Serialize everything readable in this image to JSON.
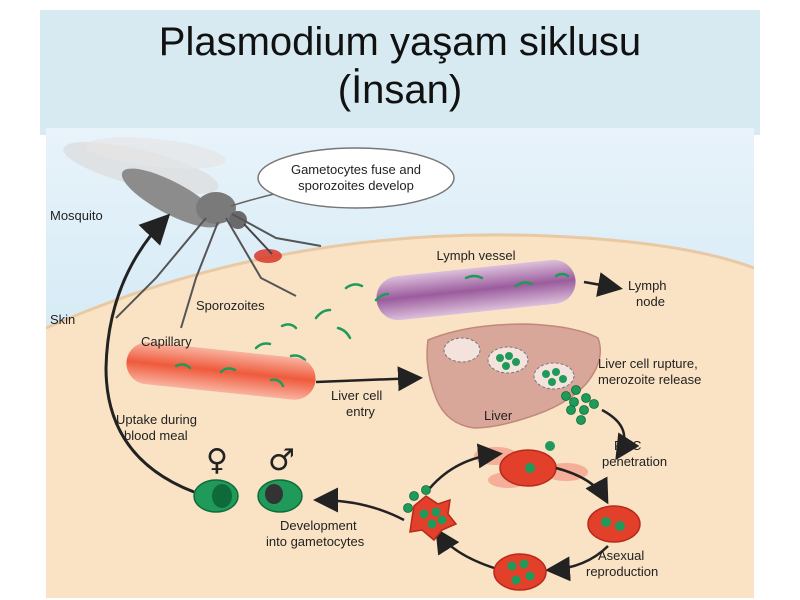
{
  "slide": {
    "title_line1": "Plasmodium yaşam siklusu",
    "title_line2": "(İnsan)"
  },
  "labels": {
    "mosquito": "Mosquito",
    "skin": "Skin",
    "gametocytes_fuse_1": "Gametocytes fuse and",
    "gametocytes_fuse_2": "sporozoites develop",
    "lymph_vessel": "Lymph vessel",
    "lymph_node_1": "Lymph",
    "lymph_node_2": "node",
    "sporozoites": "Sporozoites",
    "capillary": "Capillary",
    "liver_cell_entry_1": "Liver cell",
    "liver_cell_entry_2": "entry",
    "liver": "Liver",
    "liver_rupture_1": "Liver cell rupture,",
    "liver_rupture_2": "merozoite release",
    "uptake_1": "Uptake during",
    "uptake_2": "blood meal",
    "rbc_1": "RBC",
    "rbc_2": "penetration",
    "female_symbol": "♀",
    "male_symbol": "♂",
    "development_1": "Development",
    "development_2": "into gametocytes",
    "asexual_1": "Asexual",
    "asexual_2": "reproduction"
  },
  "colors": {
    "title_band": "#d7eaf1",
    "sky": "#cfe6f4",
    "skin_tissue": "#f9e3c4",
    "capillary": "#f06a4a",
    "lymph_vessel": "#b07bb0",
    "liver": "#d9a79a",
    "parasite": "#1f9a5a",
    "rbc": "#e3402c",
    "arrow": "#222222"
  }
}
